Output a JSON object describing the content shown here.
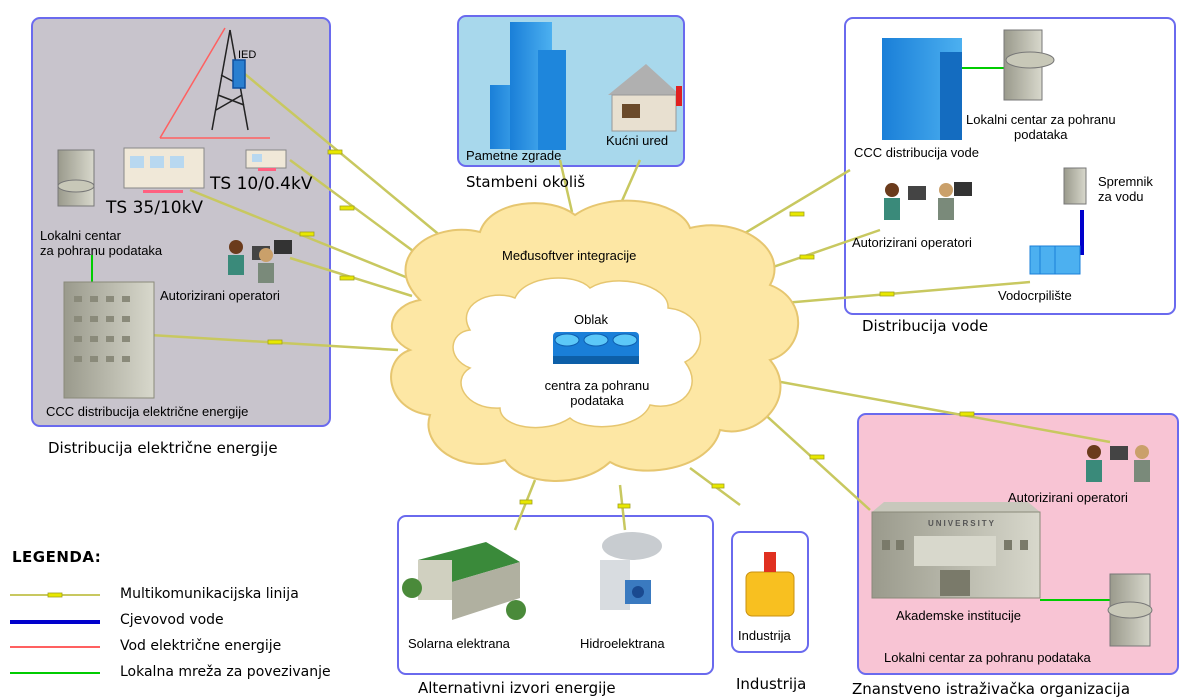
{
  "regions": {
    "electricity": {
      "caption": "Distribucija električne energije",
      "ied": "IED",
      "ts35": "TS 35/10kV",
      "ts10": "TS 10/0.4kV",
      "local_center": "Lokalni centar\nza pohranu podataka",
      "operators": "Autorizirani operatori",
      "ccc": "CCC distribucija električne energije"
    },
    "residential": {
      "caption": "Stambeni okoliš",
      "smart_buildings": "Pametne zgrade",
      "home_office": "Kućni ured"
    },
    "water": {
      "caption": "Distribucija vode",
      "ccc": "CCC distribucija vode",
      "local_center": "Lokalni centar za pohranu\npodataka",
      "operators": "Autorizirani operatori",
      "tank": "Spremnik\nza vodu",
      "pump": "Vodocrpilište"
    },
    "cloud": {
      "middleware": "Međusoftver integracije",
      "cloud_title": "Oblak",
      "datacenter": "centra za pohranu\npodataka"
    },
    "alternative": {
      "caption": "Alternativni izvori energije",
      "solar": "Solarna elektrana",
      "hydro": "Hidroelektrana"
    },
    "industry": {
      "caption": "Industrija",
      "label": "Industrija"
    },
    "research": {
      "caption": "Znanstveno istraživačka organizacija",
      "operators": "Autorizirani operatori",
      "university_sign": "UNIVERSITY",
      "academic": "Akademske institucije",
      "local_center": "Lokalni centar za pohranu podataka"
    }
  },
  "legend": {
    "title": "LEGENDA:",
    "items": [
      {
        "label": "Multikomunikacijska linija",
        "color": "#c8c860",
        "kind": "multi"
      },
      {
        "label": "Cjevovod vode",
        "color": "#0000cc",
        "kind": "water"
      },
      {
        "label": "Vod električne energije",
        "color": "#ff6060",
        "kind": "power"
      },
      {
        "label": "Lokalna mreža za povezivanje",
        "color": "#00cc00",
        "kind": "lan"
      }
    ]
  },
  "colors": {
    "electricity_bg": "#c8c4cc",
    "residential_bg": "#a8d8ec",
    "research_bg": "#f8c4d4",
    "frame": "#6a6aee",
    "cloud_outer": "#fde7a4",
    "cloud_inner": "#ffffff"
  }
}
